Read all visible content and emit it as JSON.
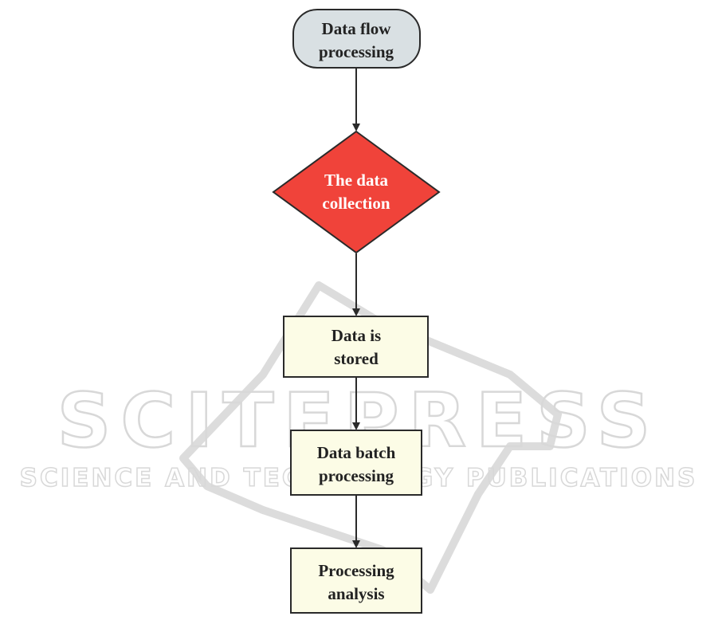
{
  "colors": {
    "terminal_fill": "#d9e0e3",
    "decision_fill": "#f0433a",
    "process_fill": "#fcfce6",
    "stroke": "#2a2a2a",
    "dark_text": "#222222",
    "light_text": "#ffffff",
    "watermark": "#d8d8d8"
  },
  "nodes": {
    "start": {
      "line1": "Data flow",
      "line2": "processing"
    },
    "collection": {
      "line1": "The data",
      "line2": "collection"
    },
    "stored": {
      "line1": "Data is",
      "line2": "stored"
    },
    "batch": {
      "line1": "Data batch",
      "line2": "processing"
    },
    "analysis": {
      "line1": "Processing",
      "line2": "analysis"
    }
  },
  "watermark": {
    "title": "SCITEPRESS",
    "subtitle": "SCIENCE AND TECHNOLOGY PUBLICATIONS"
  }
}
